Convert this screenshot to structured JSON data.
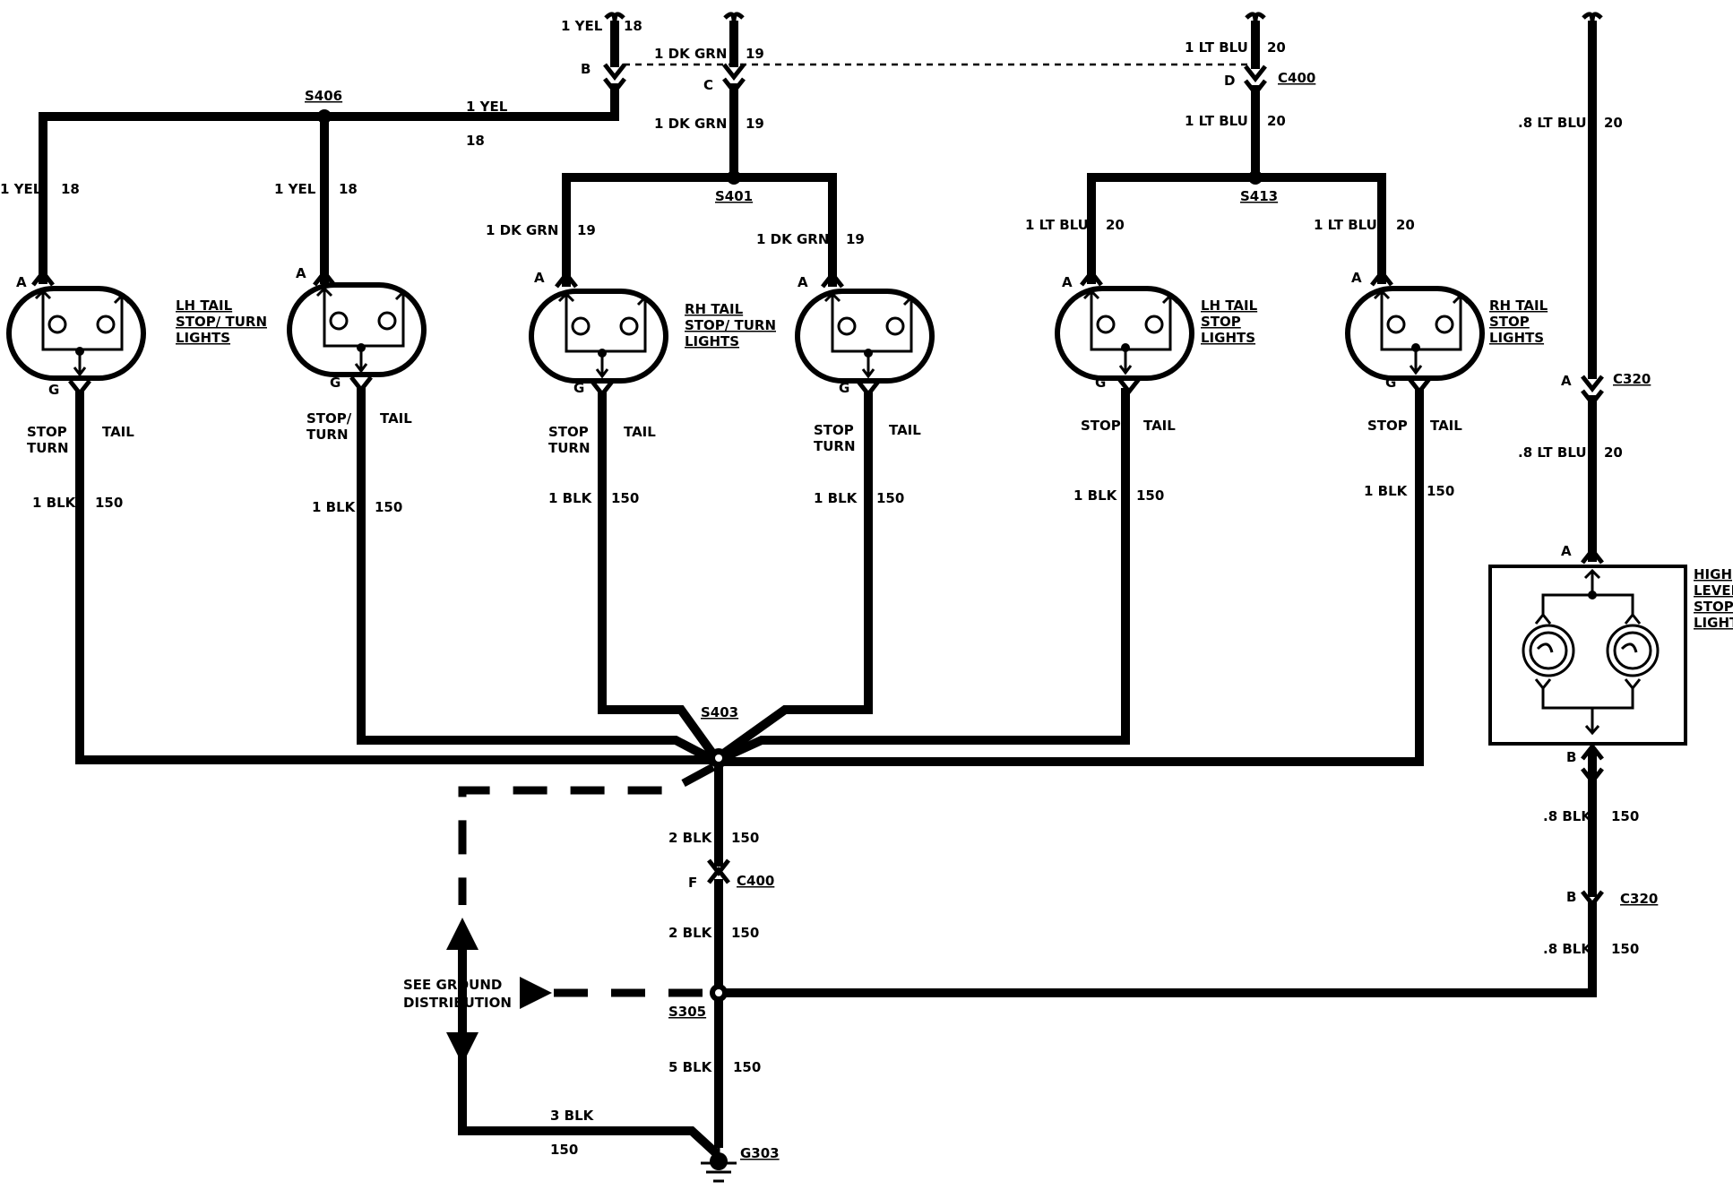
{
  "splices": {
    "s406": "S406",
    "s401": "S401",
    "s413": "S413",
    "s403": "S403",
    "s305": "S305",
    "g303": "G303"
  },
  "connectors": {
    "c400_top": "C400",
    "c400_bottom": "C400",
    "c320_top": "C320",
    "c320_bottom": "C320"
  },
  "pins": {
    "b": "B",
    "c": "C",
    "d": "D",
    "a": "A",
    "g": "G",
    "f": "F"
  },
  "wires": {
    "yel_size": "1 YEL",
    "yel_circuit": "18",
    "dkgrn_size": "1 DK GRN",
    "dkgrn_circuit": "19",
    "ltblu_size": "1 LT BLU",
    "ltblu_circuit": "20",
    "ltblu8_size": ".8 LT BLU",
    "blk1_size": "1 BLK",
    "blk2_size": "2 BLK",
    "blk5_size": "5 BLK",
    "blk3_size": "3 BLK",
    "blk8_size": ".8 BLK",
    "ground_circuit": "150"
  },
  "lamps": {
    "lh_stop_turn": [
      "LH TAIL",
      "STOP/ TURN",
      "LIGHTS"
    ],
    "rh_stop_turn": [
      "RH TAIL",
      "STOP/ TURN",
      "LIGHTS"
    ],
    "lh_stop": [
      "LH TAIL",
      "STOP",
      "LIGHTS"
    ],
    "rh_stop": [
      "RH TAIL",
      "STOP",
      "LIGHTS"
    ],
    "high_level": [
      "HIGH",
      "LEVEL",
      "STOP",
      "LIGHT"
    ]
  },
  "filament_labels": {
    "stop": "STOP",
    "stop_slash": "STOP/",
    "turn": "TURN",
    "tail": "TAIL"
  },
  "note": [
    "SEE GROUND",
    "DISTRIBUTION"
  ]
}
